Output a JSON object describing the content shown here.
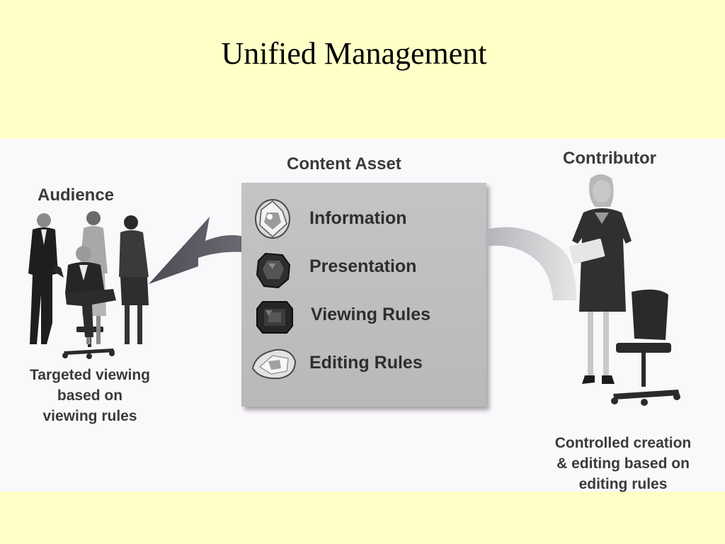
{
  "slide": {
    "title": "Unified Management"
  },
  "audience": {
    "heading": "Audience",
    "caption": [
      "Targeted viewing",
      "based on",
      "viewing rules"
    ]
  },
  "asset": {
    "heading": "Content Asset",
    "items": [
      {
        "label": "Information",
        "icon": "round-diamond-icon"
      },
      {
        "label": "Presentation",
        "icon": "octagon-gem-icon"
      },
      {
        "label": "Viewing Rules",
        "icon": "emerald-gem-icon"
      },
      {
        "label": "Editing Rules",
        "icon": "pear-diamond-icon"
      }
    ]
  },
  "contributor": {
    "heading": "Contributor",
    "caption": [
      "Controlled creation",
      "& editing based on",
      "editing rules"
    ]
  },
  "colors": {
    "background": "#ffffc8",
    "panel": "#fbf8fc",
    "box": "#bdbdbd",
    "text": "#3a3a3a"
  }
}
